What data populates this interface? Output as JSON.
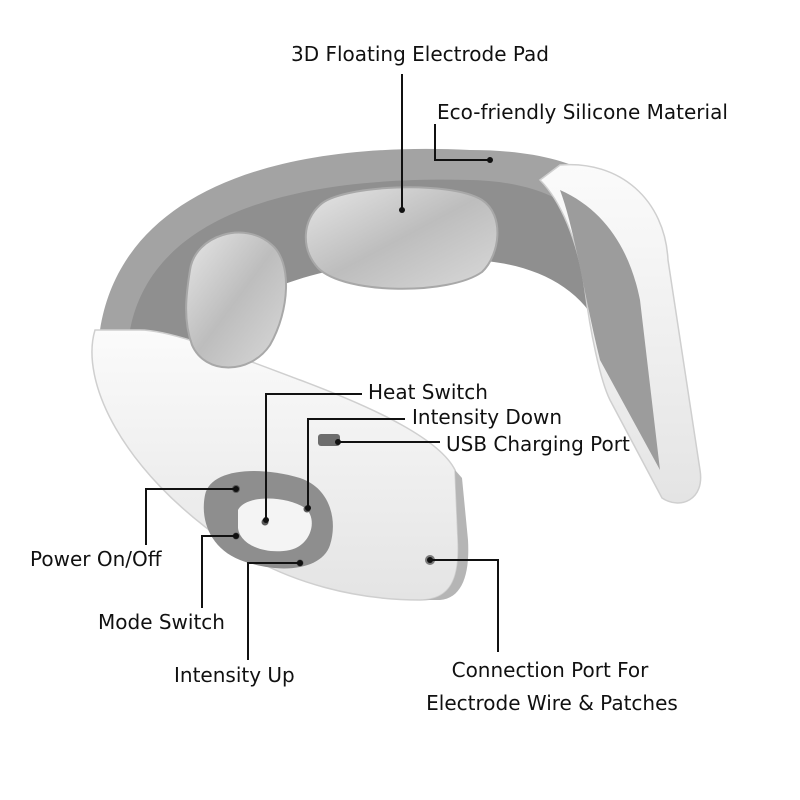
{
  "labels": {
    "electrode_pad": "3D Floating Electrode Pad",
    "silicone": "Eco-friendly Silicone Material",
    "heat_switch": "Heat Switch",
    "intensity_down": "Intensity Down",
    "usb_port": "USB Charging Port",
    "power": "Power On/Off",
    "mode": "Mode Switch",
    "intensity_up": "Intensity Up",
    "connection_line1": "Connection Port For",
    "connection_line2": "Electrode Wire & Patches"
  },
  "colors": {
    "shell_white": "#f2f2f2",
    "silicone_gray": "#9a9a9a",
    "pad_metal": "#c8c8c8",
    "leader_line": "#111111"
  }
}
